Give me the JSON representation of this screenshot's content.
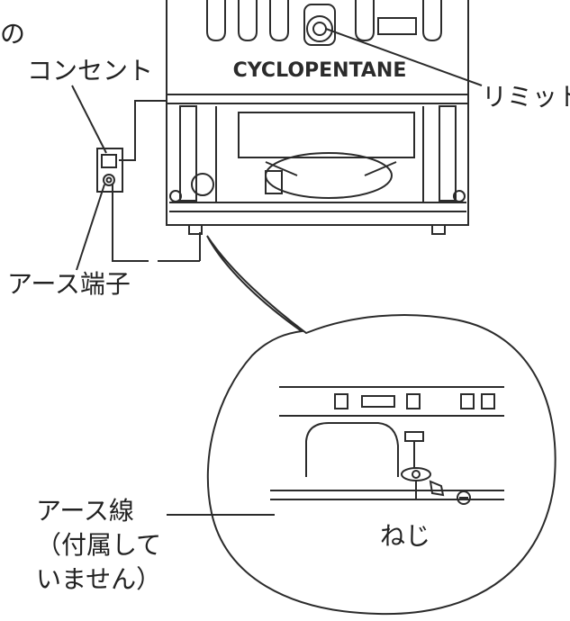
{
  "labels": {
    "top_partial": "の",
    "outlet": "コンセント",
    "limit": "リミット",
    "ground_terminal": "アース端子",
    "ground_wire_1": "アース線",
    "ground_wire_2": "（付属して",
    "ground_wire_3": "いません）",
    "screw": "ねじ",
    "unit_marking": "CYCLOPENTANE"
  },
  "colors": {
    "line": "#2b2b2b",
    "text": "#222222",
    "background": "#ffffff"
  }
}
